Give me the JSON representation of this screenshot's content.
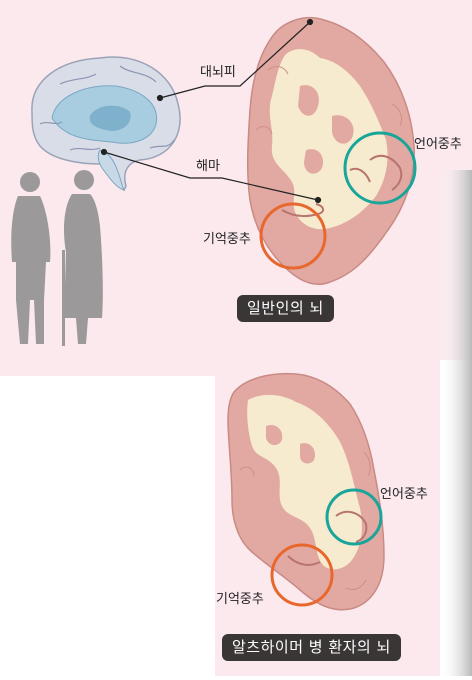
{
  "top_panel": {
    "labels": {
      "cerebral_cortex": "대뇌피",
      "hippocampus": "해마",
      "memory_center": "기억중추",
      "language_center": "언어중추"
    },
    "caption": "일반인의 뇌"
  },
  "bottom_panel": {
    "labels": {
      "memory_center": "기억중추",
      "language_center": "언어중추"
    },
    "caption": "알츠하이머 병 환자의 뇌"
  },
  "colors": {
    "panel_bg": "#fbe9ee",
    "brain_flesh": "#e2a9a2",
    "brain_core": "#f6ebce",
    "sagittal_cortex": "#d9dde8",
    "sagittal_inner": "#a9cde0",
    "silhouette": "#9b9999",
    "language_circle": "#1aa59a",
    "memory_circle": "#e8672d",
    "caption_bg": "#3a3636"
  }
}
